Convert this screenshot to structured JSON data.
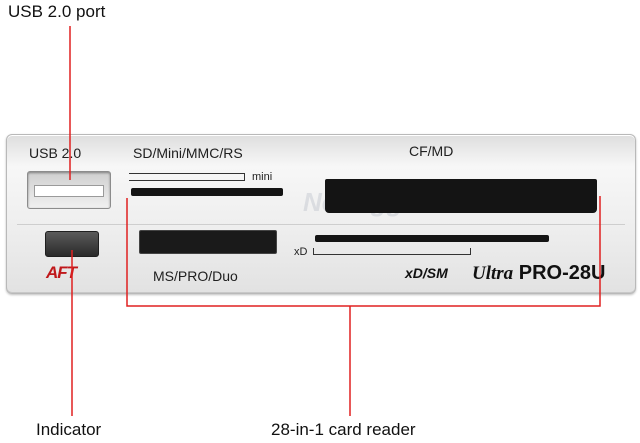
{
  "callouts": {
    "usb_port": "USB 2.0 port",
    "indicator": "Indicator",
    "card_reader": "28-in-1 card reader"
  },
  "panel": {
    "usb_label": "USB 2.0",
    "sd_label": "SD/Mini/MMC/RS",
    "cf_label": "CF/MD",
    "mini_label": "mini",
    "xd_label": "xD",
    "ms_label": "MS/PRO/Duo",
    "xd_sm_label": "xD/SM",
    "brand": "AFT",
    "product_script": "Ultra",
    "product_model": "PRO-28U"
  },
  "colors": {
    "leader_line": "#e02020",
    "brand": "#c0181b"
  }
}
